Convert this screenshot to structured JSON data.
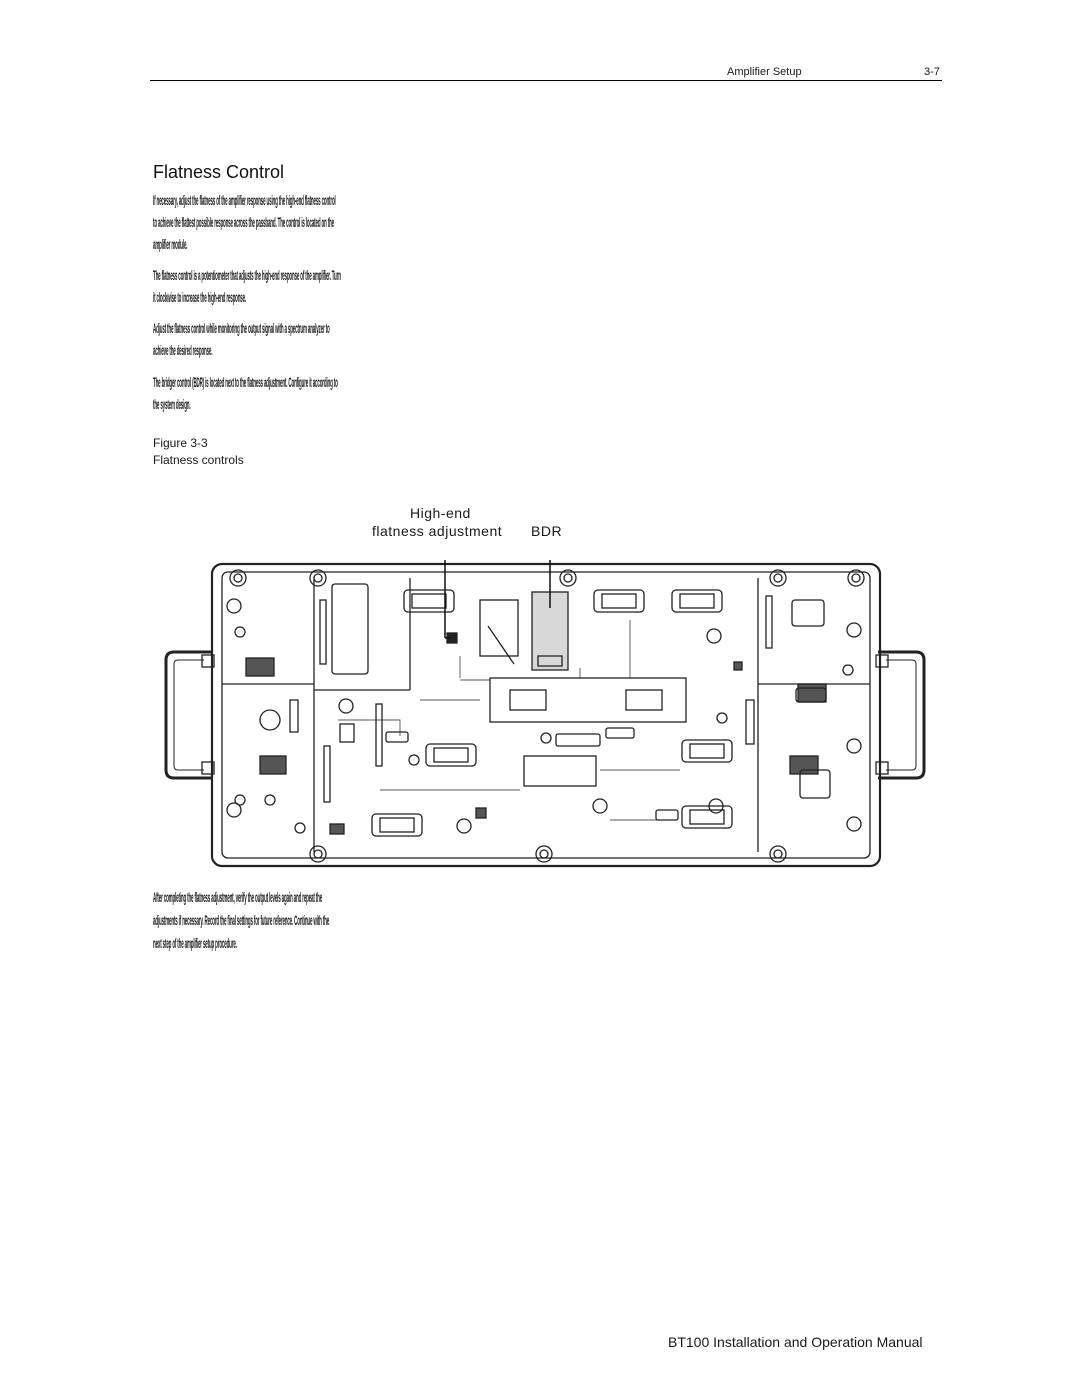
{
  "header": {
    "section": "Amplifier Setup",
    "page": "3-7"
  },
  "section_title": "Flatness Control",
  "paragraphs": [
    {
      "lines": [
        "If necessary, adjust the flatness of the amplifier response using the high-end flatness control",
        "to achieve the flattest possible response across the passband. The control is located on the",
        "amplifier module."
      ]
    },
    {
      "lines": [
        "The flatness control is a potentiometer that adjusts the high-end response of the amplifier. Turn",
        "it clockwise to increase the high-end response."
      ]
    },
    {
      "lines": [
        "Adjust the flatness control while monitoring the output signal with a spectrum analyzer to",
        "achieve the desired response."
      ]
    },
    {
      "lines": [
        "The bridger control (BDR) is located next to the flatness adjustment. Configure it according to",
        "the system design."
      ]
    },
    {
      "lines": [
        "After completing the flatness adjustment, verify the output levels again and repeat the",
        "adjustments if necessary. Record the final settings for future reference. Continue with the",
        "next step of the amplifier setup procedure."
      ]
    }
  ],
  "figure": {
    "number": "Figure 3-3",
    "caption": "Flatness controls",
    "callouts": {
      "high_end_line1": "High-end",
      "high_end_line2": "flatness adjustment",
      "bdr": "BDR"
    }
  },
  "footer": "BT100 Installation and Operation Manual"
}
